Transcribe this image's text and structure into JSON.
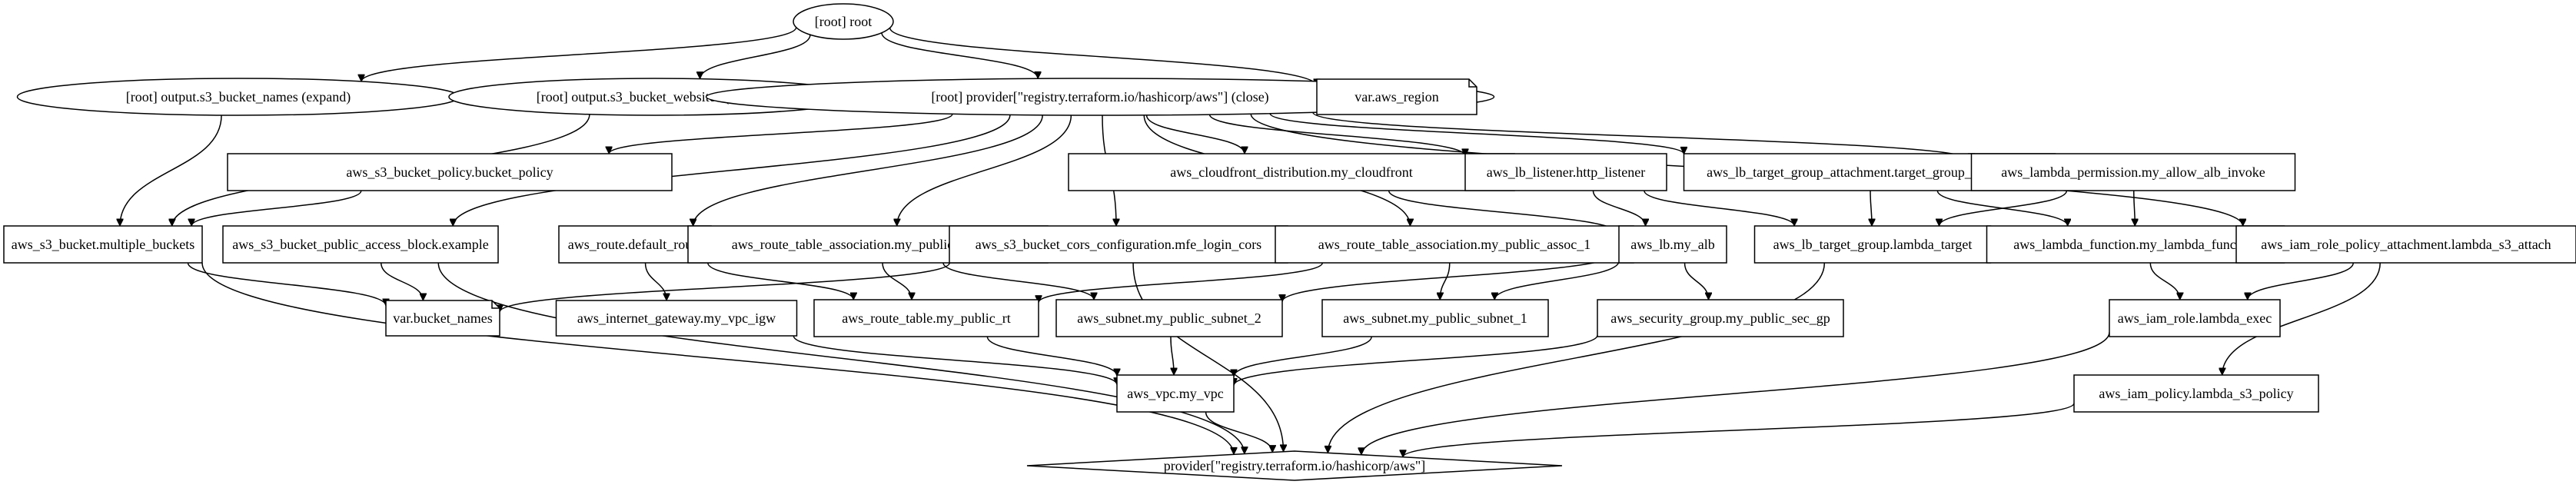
{
  "diagram": {
    "nodes": [
      {
        "id": "root",
        "label": "[root] root",
        "shape": "ellipse"
      },
      {
        "id": "out_names",
        "label": "[root] output.s3_bucket_names (expand)",
        "shape": "ellipse"
      },
      {
        "id": "out_websites",
        "label": "[root] output.s3_bucket_websites (expand)",
        "shape": "ellipse"
      },
      {
        "id": "prov_close",
        "label": "[root] provider[\"registry.terraform.io/hashicorp/aws\"] (close)",
        "shape": "ellipse"
      },
      {
        "id": "var_region",
        "label": "var.aws_region",
        "shape": "note"
      },
      {
        "id": "bucket_policy",
        "label": "aws_s3_bucket_policy.bucket_policy",
        "shape": "box"
      },
      {
        "id": "cloudfront",
        "label": "aws_cloudfront_distribution.my_cloudfront",
        "shape": "box"
      },
      {
        "id": "listener",
        "label": "aws_lb_listener.http_listener",
        "shape": "box"
      },
      {
        "id": "tg_attach",
        "label": "aws_lb_target_group_attachment.target_group_attachment",
        "shape": "box"
      },
      {
        "id": "lambda_perm",
        "label": "aws_lambda_permission.my_allow_alb_invoke",
        "shape": "box"
      },
      {
        "id": "bucket",
        "label": "aws_s3_bucket.multiple_buckets",
        "shape": "box"
      },
      {
        "id": "pab",
        "label": "aws_s3_bucket_public_access_block.example",
        "shape": "box"
      },
      {
        "id": "route",
        "label": "aws_route.default_route",
        "shape": "box"
      },
      {
        "id": "rta2",
        "label": "aws_route_table_association.my_public_assoc_2",
        "shape": "box"
      },
      {
        "id": "cors",
        "label": "aws_s3_bucket_cors_configuration.mfe_login_cors",
        "shape": "box"
      },
      {
        "id": "rta1",
        "label": "aws_route_table_association.my_public_assoc_1",
        "shape": "box"
      },
      {
        "id": "alb",
        "label": "aws_lb.my_alb",
        "shape": "box"
      },
      {
        "id": "tg",
        "label": "aws_lb_target_group.lambda_target",
        "shape": "box"
      },
      {
        "id": "lambda_fn",
        "label": "aws_lambda_function.my_lambda_function",
        "shape": "box"
      },
      {
        "id": "rpa",
        "label": "aws_iam_role_policy_attachment.lambda_s3_attach",
        "shape": "box"
      },
      {
        "id": "var_names",
        "label": "var.bucket_names",
        "shape": "note"
      },
      {
        "id": "igw",
        "label": "aws_internet_gateway.my_vpc_igw",
        "shape": "box"
      },
      {
        "id": "rt",
        "label": "aws_route_table.my_public_rt",
        "shape": "box"
      },
      {
        "id": "subnet2",
        "label": "aws_subnet.my_public_subnet_2",
        "shape": "box"
      },
      {
        "id": "subnet1",
        "label": "aws_subnet.my_public_subnet_1",
        "shape": "box"
      },
      {
        "id": "sg",
        "label": "aws_security_group.my_public_sec_gp",
        "shape": "box"
      },
      {
        "id": "role",
        "label": "aws_iam_role.lambda_exec",
        "shape": "box"
      },
      {
        "id": "vpc",
        "label": "aws_vpc.my_vpc",
        "shape": "box"
      },
      {
        "id": "iam_policy",
        "label": "aws_iam_policy.lambda_s3_policy",
        "shape": "box"
      },
      {
        "id": "provider",
        "label": "provider[\"registry.terraform.io/hashicorp/aws\"]",
        "shape": "diamond"
      }
    ],
    "edges": [
      [
        "root",
        "out_names"
      ],
      [
        "root",
        "out_websites"
      ],
      [
        "root",
        "prov_close"
      ],
      [
        "root",
        "var_region"
      ],
      [
        "out_names",
        "bucket"
      ],
      [
        "out_websites",
        "bucket"
      ],
      [
        "prov_close",
        "bucket_policy"
      ],
      [
        "prov_close",
        "pab"
      ],
      [
        "prov_close",
        "route"
      ],
      [
        "prov_close",
        "rta2"
      ],
      [
        "prov_close",
        "cors"
      ],
      [
        "prov_close",
        "cloudfront"
      ],
      [
        "prov_close",
        "listener"
      ],
      [
        "prov_close",
        "rta1"
      ],
      [
        "prov_close",
        "tg_attach"
      ],
      [
        "prov_close",
        "lambda_perm"
      ],
      [
        "prov_close",
        "rpa"
      ],
      [
        "bucket_policy",
        "bucket"
      ],
      [
        "bucket",
        "var_names"
      ],
      [
        "bucket",
        "provider"
      ],
      [
        "pab",
        "var_names"
      ],
      [
        "pab",
        "provider"
      ],
      [
        "route",
        "igw"
      ],
      [
        "route",
        "rt"
      ],
      [
        "rta2",
        "rt"
      ],
      [
        "rta2",
        "subnet2"
      ],
      [
        "cors",
        "var_names"
      ],
      [
        "cors",
        "provider"
      ],
      [
        "cloudfront",
        "alb"
      ],
      [
        "listener",
        "alb"
      ],
      [
        "listener",
        "tg"
      ],
      [
        "rta1",
        "rt"
      ],
      [
        "rta1",
        "subnet1"
      ],
      [
        "tg_attach",
        "tg"
      ],
      [
        "tg_attach",
        "lambda_fn"
      ],
      [
        "lambda_perm",
        "tg"
      ],
      [
        "lambda_perm",
        "lambda_fn"
      ],
      [
        "alb",
        "subnet2"
      ],
      [
        "alb",
        "subnet1"
      ],
      [
        "alb",
        "sg"
      ],
      [
        "tg",
        "provider"
      ],
      [
        "lambda_fn",
        "role"
      ],
      [
        "rpa",
        "role"
      ],
      [
        "rpa",
        "iam_policy"
      ],
      [
        "igw",
        "vpc"
      ],
      [
        "rt",
        "vpc"
      ],
      [
        "subnet2",
        "vpc"
      ],
      [
        "subnet1",
        "vpc"
      ],
      [
        "sg",
        "vpc"
      ],
      [
        "vpc",
        "provider"
      ],
      [
        "role",
        "provider"
      ],
      [
        "iam_policy",
        "provider"
      ]
    ]
  }
}
